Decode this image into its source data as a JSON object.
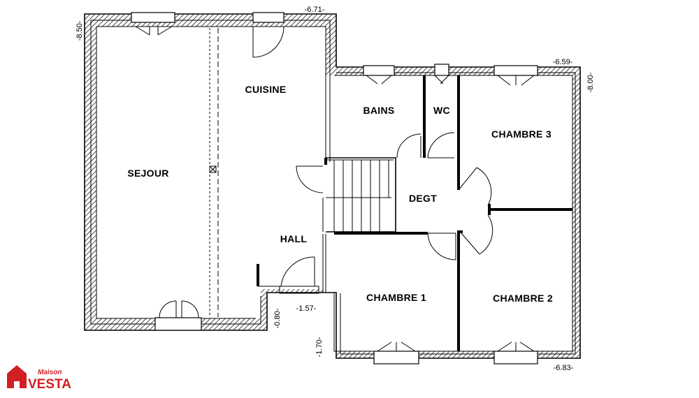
{
  "rooms": {
    "sejour": "SEJOUR",
    "cuisine": "CUISINE",
    "hall": "HALL",
    "bains": "BAINS",
    "wc": "WC",
    "degt": "DEGT",
    "chambre1": "CHAMBRE 1",
    "chambre2": "CHAMBRE 2",
    "chambre3": "CHAMBRE 3"
  },
  "dimensions": {
    "d_671": "-6.71-",
    "d_850": "-8.50-",
    "d_659": "-6.59-",
    "d_800": "-8.00-",
    "d_080": "-0.80-",
    "d_157": "-1.57-",
    "d_170": "-1.70-",
    "d_683": "-6.83-"
  },
  "logo": {
    "script": "Maison",
    "brand": "VESTA",
    "color": "#d11f26"
  }
}
